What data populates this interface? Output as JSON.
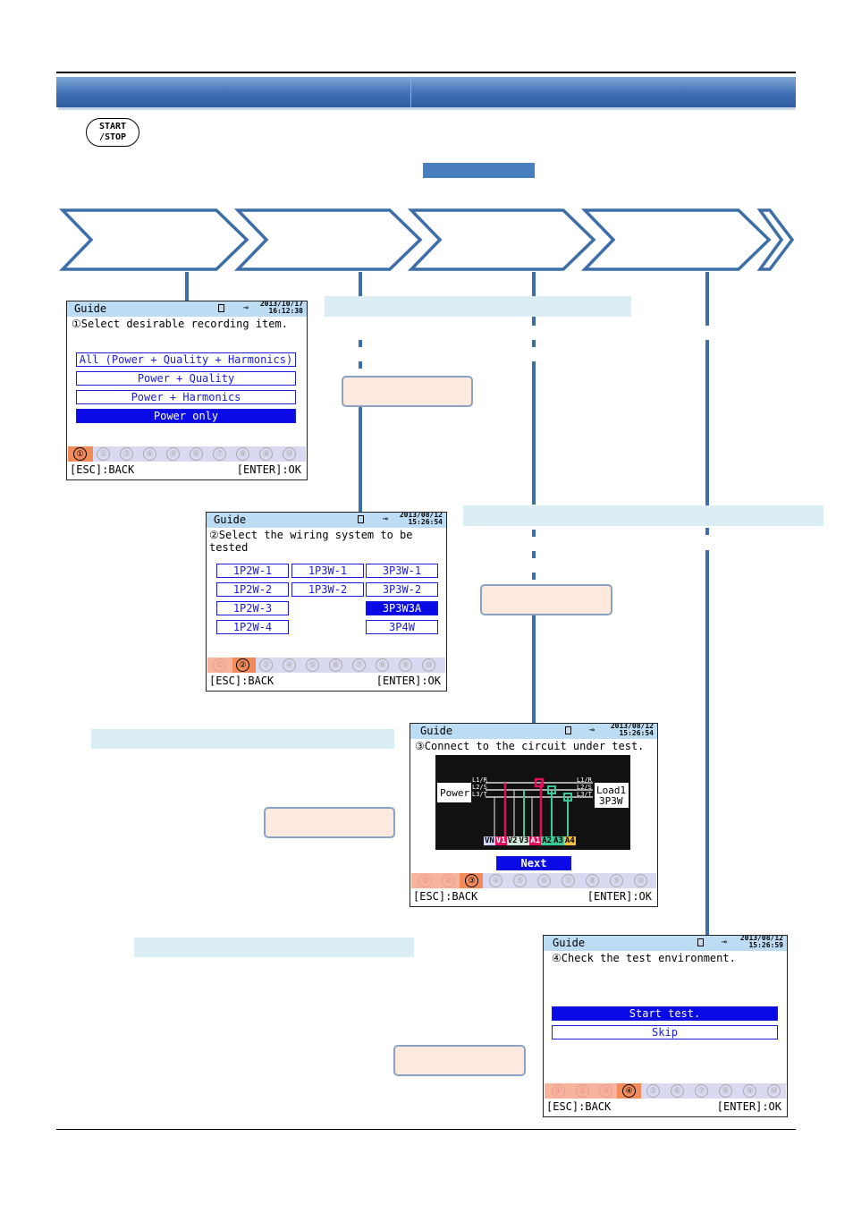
{
  "start_button": {
    "line1": "START",
    "line2": "/STOP"
  },
  "screens": {
    "s1": {
      "title": "Guide",
      "date": "2013/10/17",
      "time": "16:12:38",
      "prompt": "①Select desirable recording item.",
      "options": [
        "All (Power + Quality + Harmonics)",
        "Power + Quality",
        "Power + Harmonics",
        "Power only"
      ],
      "footer_left": "[ESC]:BACK",
      "footer_right": "[ENTER]:OK"
    },
    "s2": {
      "title": "Guide",
      "date": "2013/08/12",
      "time": "15:26:54",
      "prompt": "②Select the wiring system to be tested",
      "options": [
        "1P2W-1",
        "1P3W-1",
        "3P3W-1",
        "1P2W-2",
        "1P3W-2",
        "3P3W-2",
        "1P2W-3",
        "3P3W3A",
        "1P2W-4",
        "3P4W"
      ],
      "footer_left": "[ESC]:BACK",
      "footer_right": "[ENTER]:OK"
    },
    "s3": {
      "title": "Guide",
      "date": "2013/08/12",
      "time": "15:26:54",
      "prompt": "③Connect to the circuit under test.",
      "diagram": {
        "power": "Power",
        "load1": "Load1",
        "load2": "3P3W",
        "left_lines": [
          "L1/R",
          "L2/S",
          "L3/T"
        ],
        "right_lines": [
          "L1/R",
          "L2/S",
          "L3/T"
        ],
        "terminals": [
          "VN",
          "V1",
          "V2",
          "V3",
          "A1",
          "A2",
          "A3",
          "A4"
        ]
      },
      "next": "Next",
      "footer_left": "[ESC]:BACK",
      "footer_right": "[ENTER]:OK"
    },
    "s4": {
      "title": "Guide",
      "date": "2013/08/12",
      "time": "15:26:59",
      "prompt": "④Check the test environment.",
      "options": [
        "Start test.",
        "Skip"
      ],
      "footer_left": "[ESC]:BACK",
      "footer_right": "[ENTER]:OK"
    }
  },
  "step_symbols": [
    "①",
    "②",
    "③",
    "④",
    "⑤",
    "⑥",
    "⑦",
    "⑧",
    "⑨",
    "⑩"
  ],
  "icons": {
    "card": "sd-card-icon",
    "power": "ac-plug-icon",
    "flow": "chevron-arrow-icon"
  },
  "colors": {
    "header": "#3e6fb3",
    "flow_line": "#3d6ea8",
    "highlight": "#0a0ae6",
    "note_bg": "#dceef5",
    "box_bg": "#fde9dd"
  }
}
